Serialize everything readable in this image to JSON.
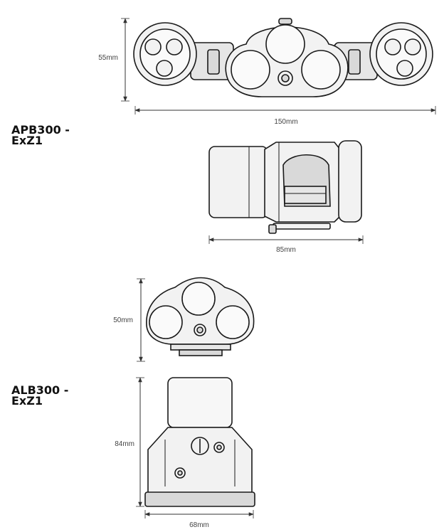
{
  "products": [
    {
      "model": [
        "APB300 -",
        "ExZ1"
      ],
      "dimensions": {
        "height": "55mm",
        "width": "150mm",
        "depth": "85mm"
      }
    },
    {
      "model": [
        "ALB300 -",
        "ExZ1"
      ],
      "dimensions": {
        "height": "50mm",
        "depth": "84mm",
        "width": "68mm"
      }
    }
  ],
  "colors": {
    "line": "#1a1a1a",
    "fill": "#f2f2f2",
    "shade": "#d9d9d9",
    "dim_line": "#333333"
  }
}
